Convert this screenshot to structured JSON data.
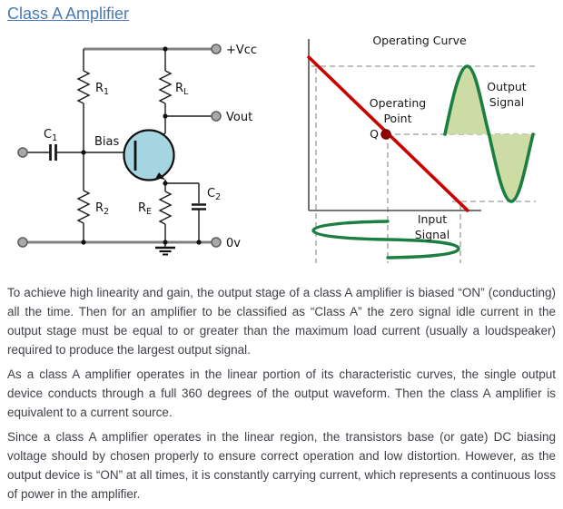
{
  "title": {
    "text": "Class A Amplifier"
  },
  "circuit": {
    "terminals": {
      "vcc": "+Vcc",
      "vout": "Vout",
      "zerov": "0v"
    },
    "labels": {
      "bias": "Bias",
      "r1_base": "R",
      "r1_sub": "1",
      "rl_base": "R",
      "rl_sub": "L",
      "r2_base": "R",
      "r2_sub": "2",
      "re_base": "R",
      "re_sub": "E",
      "c1_base": "C",
      "c1_sub": "1",
      "c2_base": "C",
      "c2_sub": "2"
    }
  },
  "graph": {
    "title": "Operating Curve",
    "q_label": "Q",
    "operating_point_line1": "Operating",
    "operating_point_line2": "Point",
    "output_line1": "Output",
    "output_line2": "Signal",
    "input_line1": "Input",
    "input_line2": "Signal"
  },
  "colors": {
    "link": "#4a7ab5",
    "body_text": "#404049",
    "load_line_red": "#c90000",
    "q_point": "#950000",
    "signal_green": "#1b7f42",
    "signal_fill": "#cddca4",
    "transistor_fill": "#a6d5e2",
    "rail_gray": "#808080",
    "dashed_gray": "#9a9a9a",
    "axis_gray": "#4d4d4d"
  },
  "paragraphs": {
    "p1": "To achieve high linearity and gain, the output stage of a class A amplifier is biased “ON” (conducting) all the time. Then for an amplifier to be classified as “Class A” the zero signal idle current in the output stage must be equal to or greater than the maximum load current (usually a loudspeaker) required to produce the largest output signal.",
    "p2": "As a class A amplifier operates in the linear portion of its characteristic curves, the single output device conducts through a full 360 degrees of the output waveform. Then the class A amplifier is equivalent to a current source.",
    "p3": "Since a class A amplifier operates in the linear region, the transistors base (or gate) DC biasing voltage should by chosen properly to ensure correct operation and low distortion. However, as the output device is “ON” at all times, it is constantly carrying current, which represents a continuous loss of power in the amplifier."
  }
}
